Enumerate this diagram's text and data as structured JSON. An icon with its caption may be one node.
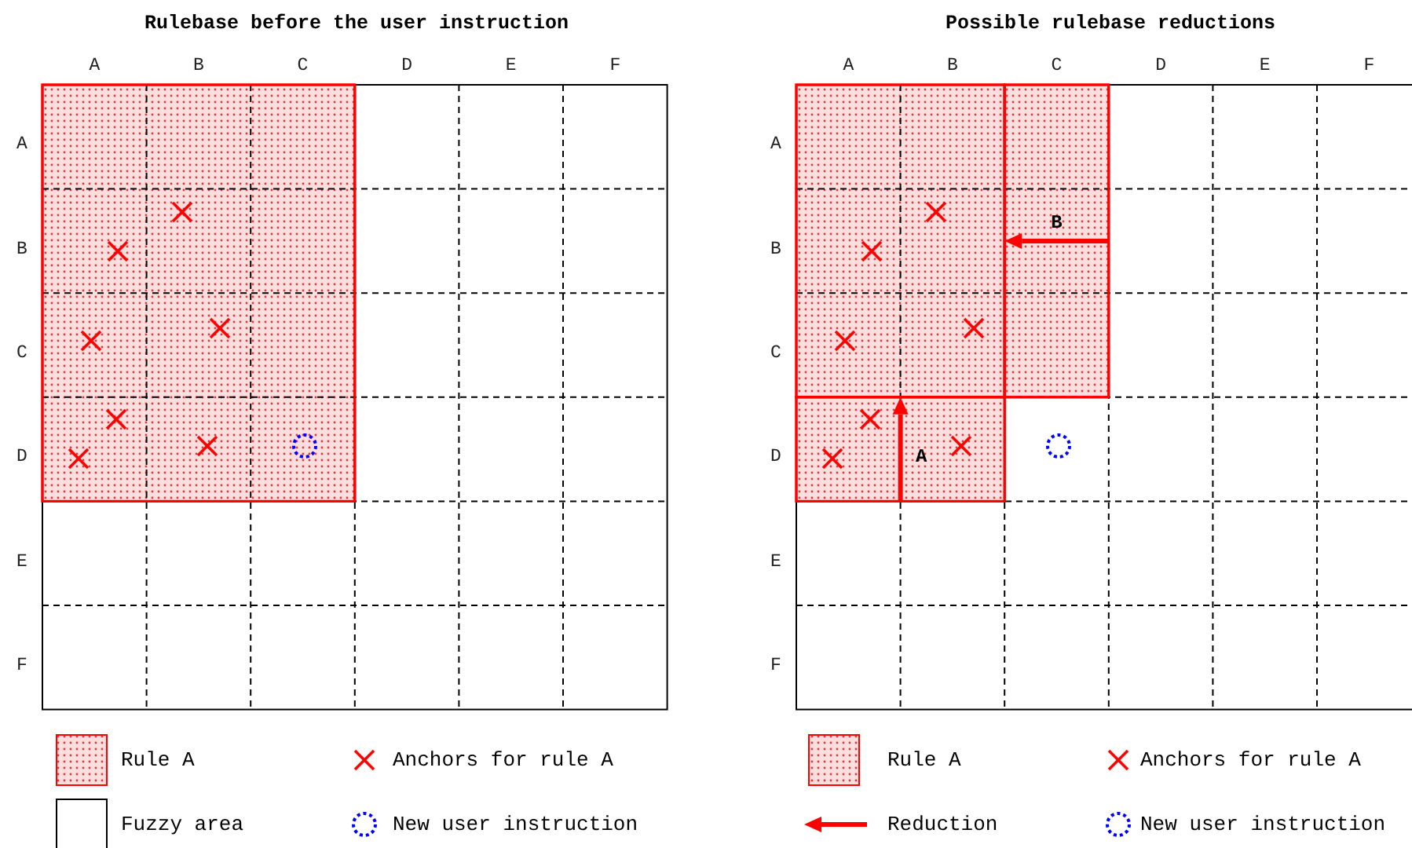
{
  "diagram": {
    "labels": [
      "Rulebase before the user instruction",
      "Possible rulebase reductions",
      "A",
      "B",
      "C",
      "D",
      "E",
      "F",
      "A",
      "B",
      "C",
      "D",
      "E",
      "F",
      "A",
      "B",
      "C",
      "D",
      "E",
      "F",
      "A",
      "B",
      "C",
      "D",
      "E",
      "F",
      "B",
      "A"
    ],
    "legend": [
      {
        "text": "Rule A",
        "color": "#fcdede"
      },
      {
        "text": "Anchors for rule A"
      },
      {
        "text": "Fuzzy area",
        "color": "#ffffff"
      },
      {
        "text": "New user instruction"
      },
      {
        "text": "Rule A",
        "color": "#fcdede"
      },
      {
        "text": "Anchors for rule A"
      },
      {
        "text": "Reduction"
      },
      {
        "text": "New user instruction"
      }
    ]
  }
}
